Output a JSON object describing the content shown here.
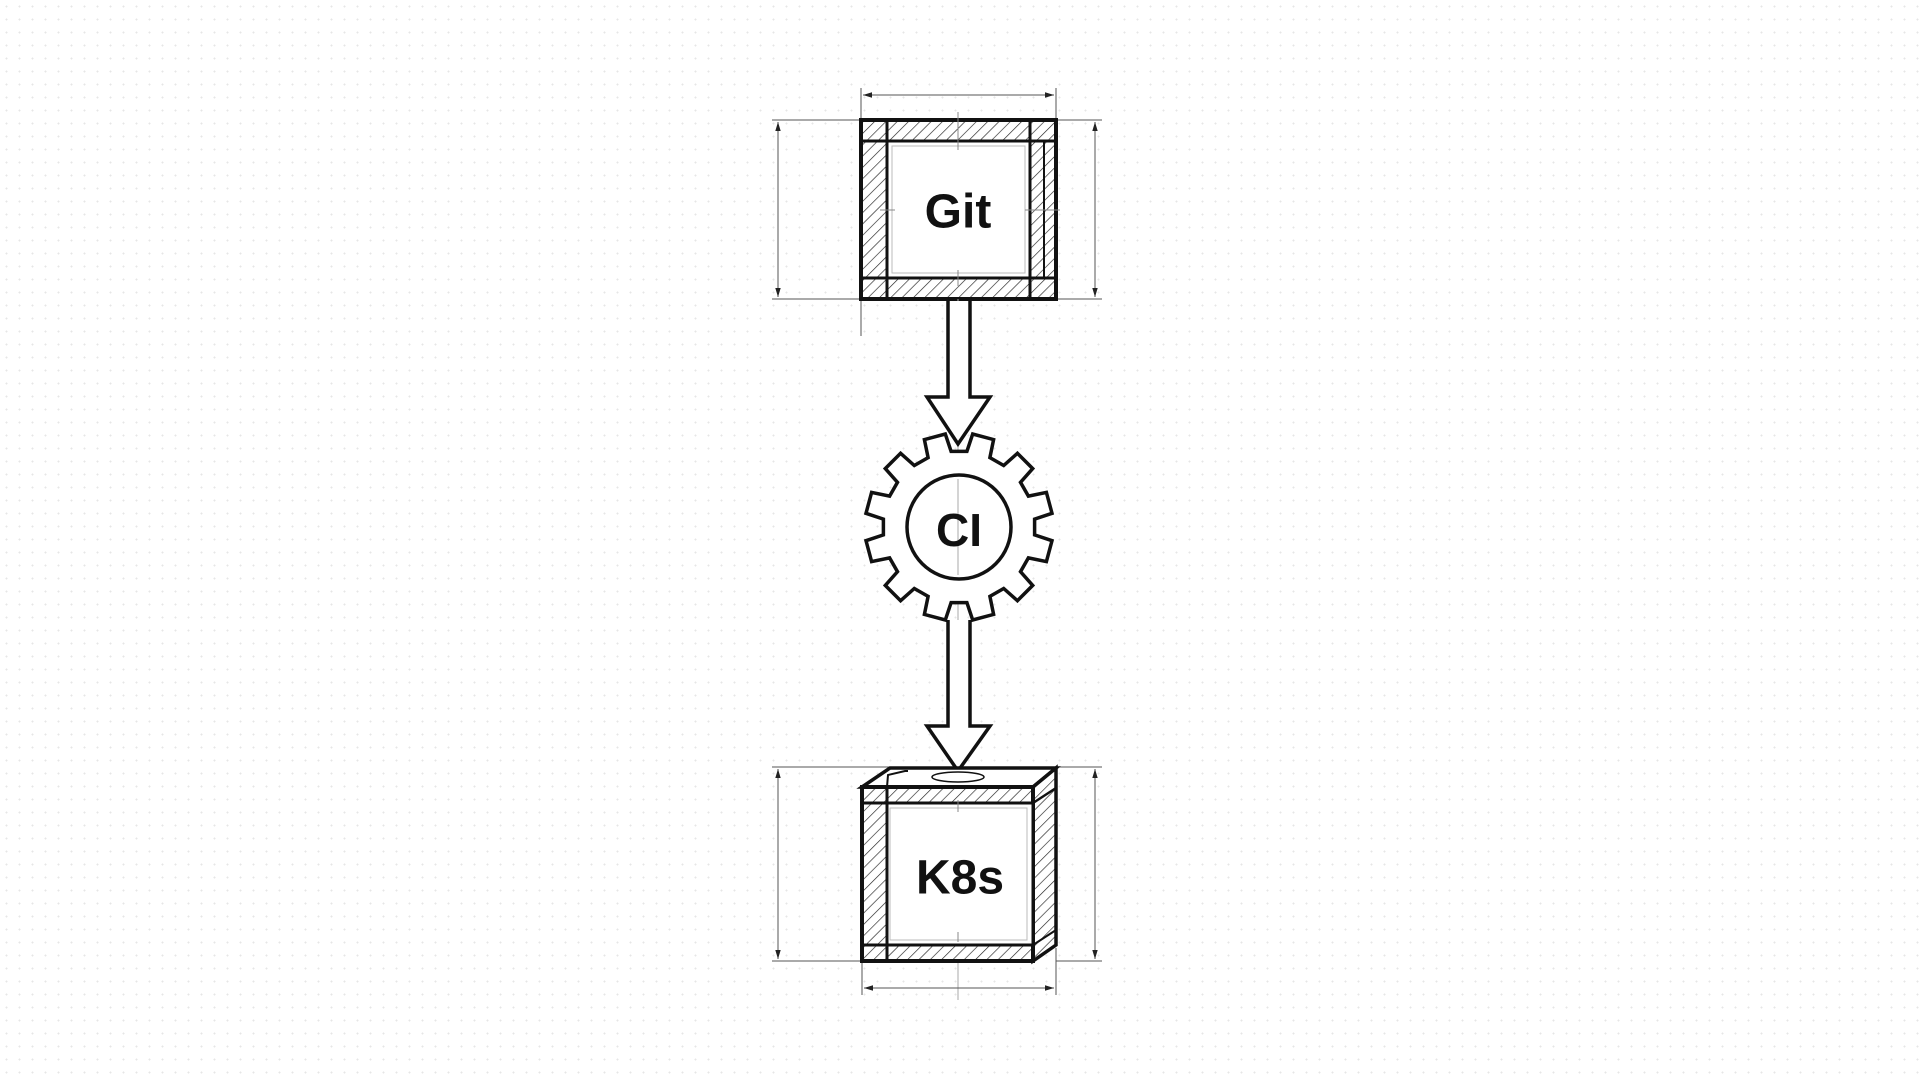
{
  "diagram": {
    "type": "pipeline-flow",
    "style": "technical-drawing",
    "colors": {
      "ink": "#111111",
      "dimension_line": "#555555",
      "center_line": "#999999",
      "background": "#ffffff"
    },
    "nodes": [
      {
        "id": "git",
        "label": "Git",
        "shape": "hatched-frame-box"
      },
      {
        "id": "ci",
        "label": "CI",
        "shape": "gear"
      },
      {
        "id": "k8s",
        "label": "K8s",
        "shape": "isometric-hatched-box"
      }
    ],
    "edges": [
      {
        "from": "git",
        "to": "ci",
        "style": "hollow-arrow"
      },
      {
        "from": "ci",
        "to": "k8s",
        "style": "hollow-arrow"
      }
    ]
  }
}
